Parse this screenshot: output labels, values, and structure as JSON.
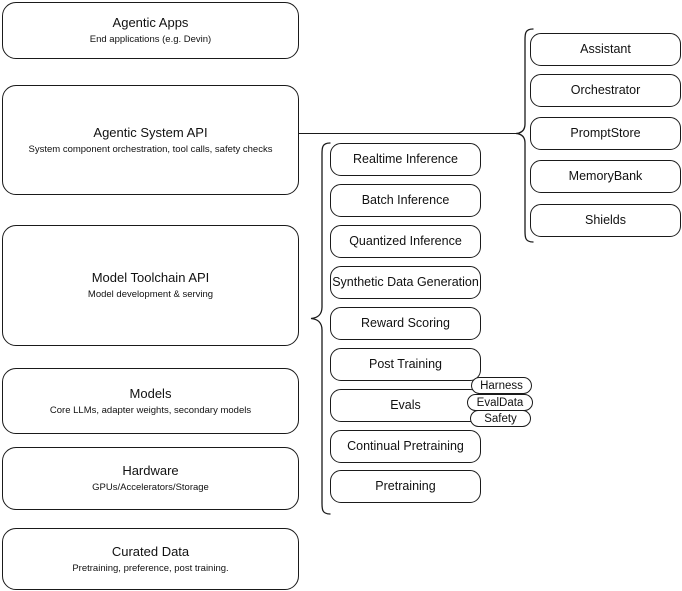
{
  "diagram": {
    "title": "LLM stack layers diagram",
    "stroke_color": "#1a1a1a",
    "background_color": "#ffffff"
  },
  "layers": [
    {
      "name": "agentic-apps",
      "title": "Agentic Apps",
      "subtitle": "End applications (e.g. Devin)"
    },
    {
      "name": "agentic-system-api",
      "title": "Agentic System API",
      "subtitle": "System component orchestration, tool calls, safety checks"
    },
    {
      "name": "model-toolchain-api",
      "title": "Model Toolchain API",
      "subtitle": "Model development & serving"
    },
    {
      "name": "models",
      "title": "Models",
      "subtitle": "Core LLMs, adapter weights, secondary models"
    },
    {
      "name": "hardware",
      "title": "Hardware",
      "subtitle": "GPUs/Accelerators/Storage"
    },
    {
      "name": "curated-data",
      "title": "Curated Data",
      "subtitle": "Pretraining, preference, post training."
    }
  ],
  "toolchain_capabilities": [
    {
      "name": "realtime-inference",
      "title": "Realtime Inference"
    },
    {
      "name": "batch-inference",
      "title": "Batch Inference"
    },
    {
      "name": "quantized-inference",
      "title": "Quantized Inference"
    },
    {
      "name": "synthetic-data-generation",
      "title": "Synthetic Data Generation"
    },
    {
      "name": "reward-scoring",
      "title": "Reward Scoring"
    },
    {
      "name": "post-training",
      "title": "Post Training"
    },
    {
      "name": "evals",
      "title": "Evals"
    },
    {
      "name": "continual-pretraining",
      "title": "Continual Pretraining"
    },
    {
      "name": "pretraining",
      "title": "Pretraining"
    }
  ],
  "evals_subcomponents": [
    {
      "name": "harness",
      "title": "Harness"
    },
    {
      "name": "evaldata",
      "title": "EvalData"
    },
    {
      "name": "safety",
      "title": "Safety"
    }
  ],
  "system_components": [
    {
      "name": "assistant",
      "title": "Assistant"
    },
    {
      "name": "orchestrator",
      "title": "Orchestrator"
    },
    {
      "name": "promptstore",
      "title": "PromptStore"
    },
    {
      "name": "memorybank",
      "title": "MemoryBank"
    },
    {
      "name": "shields",
      "title": "Shields"
    }
  ]
}
